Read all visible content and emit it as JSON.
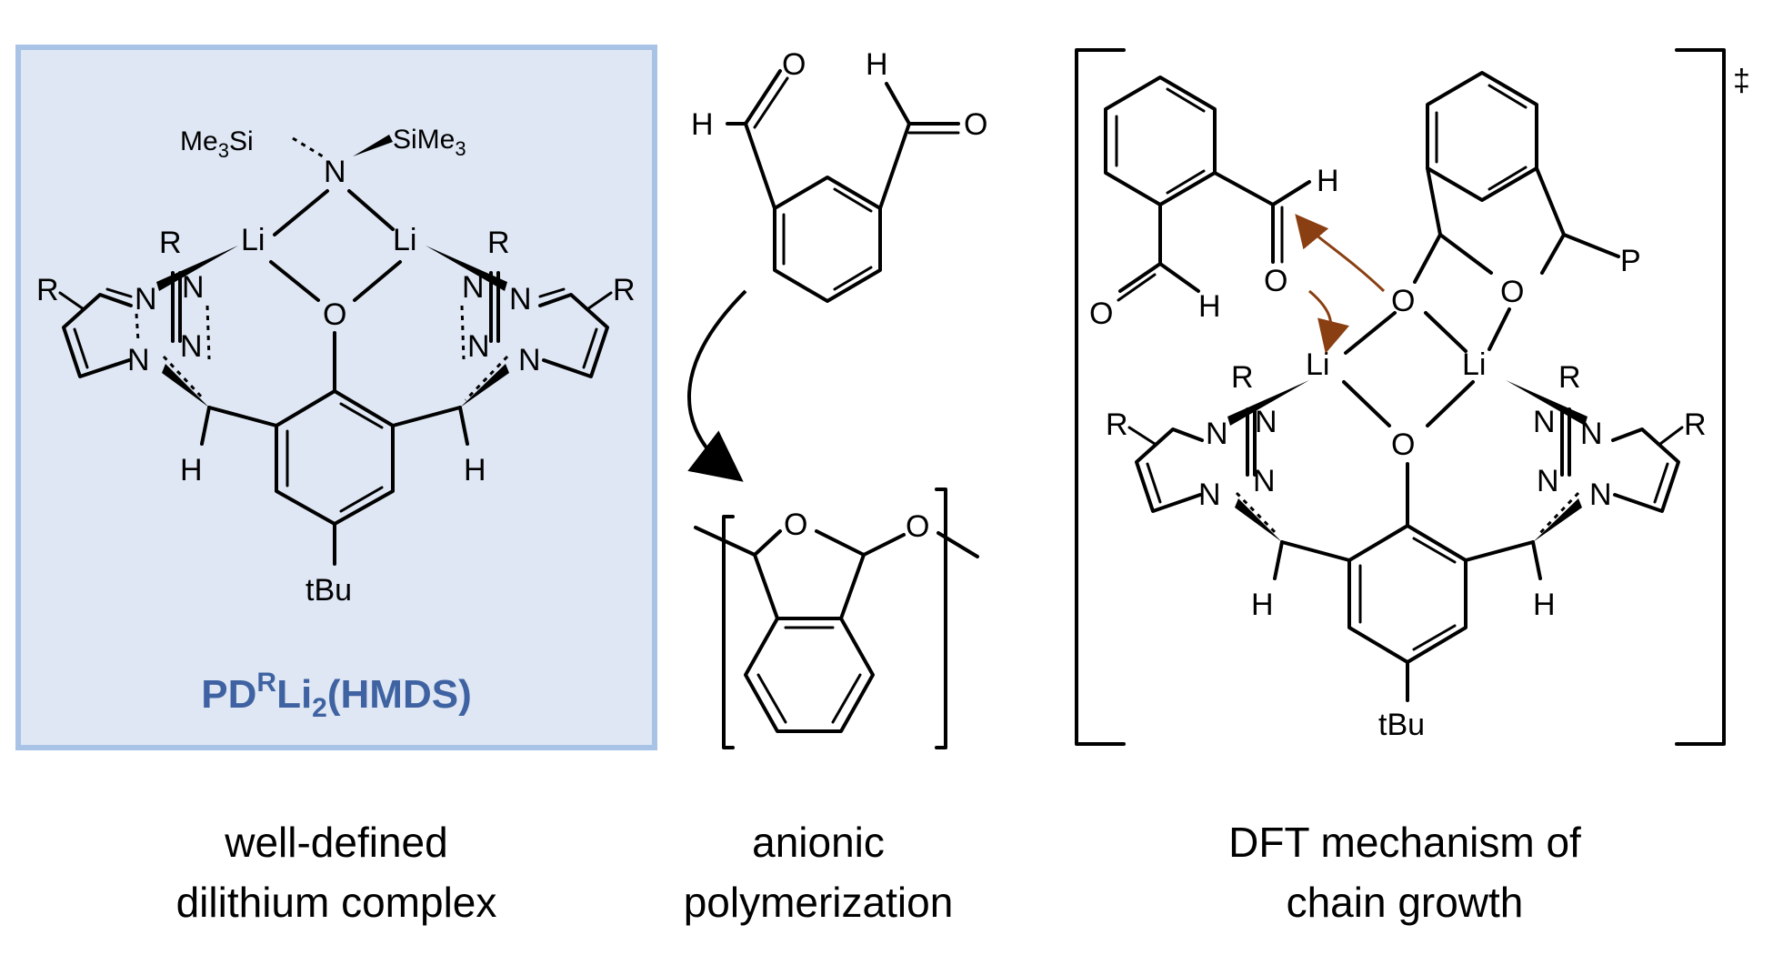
{
  "panels": [
    {
      "compound_name": {
        "main": "PD",
        "sup": "R",
        "mid": "Li",
        "sub": "2",
        "end": "(HMDS)"
      },
      "caption": [
        "well-defined",
        "dilithium complex"
      ]
    },
    {
      "caption": [
        "anionic",
        "polymerization"
      ]
    },
    {
      "caption": [
        "DFT mechanism of",
        "chain growth"
      ],
      "transition_state_mark": "‡"
    }
  ],
  "atoms": {
    "N": "N",
    "O": "O",
    "H": "H",
    "Li": "Li",
    "R": "R",
    "P": "P",
    "tBu": "tBu",
    "Me3Si_a": "Me",
    "Me3Si_b": "3",
    "Me3Si_c": "Si",
    "SiMe3_a": "SiMe",
    "SiMe3_b": "3"
  },
  "colors": {
    "panel_fill": "#dfe7f4",
    "panel_border": "#a9c3e6",
    "compound_name": "#3f63a2",
    "arrow_brown": "#8a3f12"
  }
}
